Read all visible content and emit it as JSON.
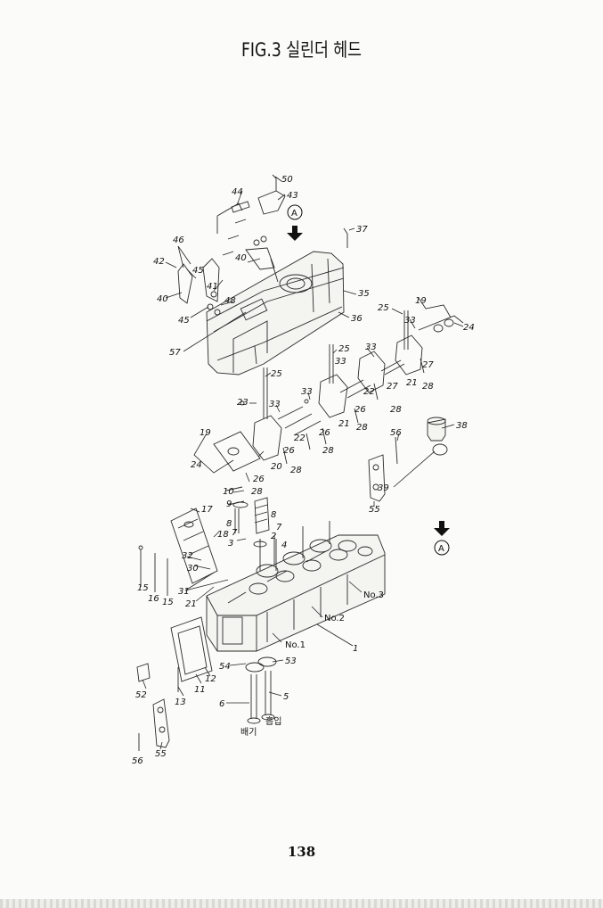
{
  "title": "FIG.3 실린더 헤드",
  "page_number": "138",
  "view_marker": "A",
  "callouts": [
    {
      "id": "c1",
      "text": "1"
    },
    {
      "id": "c2",
      "text": "2"
    },
    {
      "id": "c3",
      "text": "3"
    },
    {
      "id": "c4",
      "text": "4"
    },
    {
      "id": "c5",
      "text": "5"
    },
    {
      "id": "c6",
      "text": "6"
    },
    {
      "id": "c7",
      "text": "7"
    },
    {
      "id": "c7b",
      "text": "7"
    },
    {
      "id": "c8",
      "text": "8"
    },
    {
      "id": "c8b",
      "text": "8"
    },
    {
      "id": "c9",
      "text": "9"
    },
    {
      "id": "c10",
      "text": "10"
    },
    {
      "id": "c11",
      "text": "11"
    },
    {
      "id": "c12",
      "text": "12"
    },
    {
      "id": "c13",
      "text": "13"
    },
    {
      "id": "c15",
      "text": "15"
    },
    {
      "id": "c16",
      "text": "16"
    },
    {
      "id": "c17",
      "text": "17"
    },
    {
      "id": "c18",
      "text": "18"
    },
    {
      "id": "c19",
      "text": "19"
    },
    {
      "id": "c19b",
      "text": "19"
    },
    {
      "id": "c20",
      "text": "20"
    },
    {
      "id": "c21",
      "text": "21"
    },
    {
      "id": "c21b",
      "text": "21"
    },
    {
      "id": "c22",
      "text": "22"
    },
    {
      "id": "c22b",
      "text": "22"
    },
    {
      "id": "c24",
      "text": "24"
    },
    {
      "id": "c24b",
      "text": "24"
    },
    {
      "id": "c23",
      "text": "23"
    },
    {
      "id": "c25",
      "text": "25"
    },
    {
      "id": "c25b",
      "text": "25"
    },
    {
      "id": "c25c",
      "text": "25"
    },
    {
      "id": "c26",
      "text": "26"
    },
    {
      "id": "c26b",
      "text": "26"
    },
    {
      "id": "c26c",
      "text": "26"
    },
    {
      "id": "c27",
      "text": "27"
    },
    {
      "id": "c27b",
      "text": "27"
    },
    {
      "id": "c28",
      "text": "28"
    },
    {
      "id": "c28b",
      "text": "28"
    },
    {
      "id": "c28c",
      "text": "28"
    },
    {
      "id": "c28d",
      "text": "28"
    },
    {
      "id": "c28e",
      "text": "28"
    },
    {
      "id": "c28f",
      "text": "28"
    },
    {
      "id": "c30",
      "text": "30"
    },
    {
      "id": "c31",
      "text": "31"
    },
    {
      "id": "c32",
      "text": "32"
    },
    {
      "id": "c33",
      "text": "33"
    },
    {
      "id": "c33b",
      "text": "33"
    },
    {
      "id": "c33c",
      "text": "33"
    },
    {
      "id": "c33d",
      "text": "33"
    },
    {
      "id": "c33e",
      "text": "33"
    },
    {
      "id": "c35",
      "text": "35"
    },
    {
      "id": "c36",
      "text": "36"
    },
    {
      "id": "c37",
      "text": "37"
    },
    {
      "id": "c38",
      "text": "38"
    },
    {
      "id": "c39",
      "text": "39"
    },
    {
      "id": "c40",
      "text": "40"
    },
    {
      "id": "c40b",
      "text": "40"
    },
    {
      "id": "c41",
      "text": "41"
    },
    {
      "id": "c42",
      "text": "42"
    },
    {
      "id": "c43",
      "text": "43"
    },
    {
      "id": "c44",
      "text": "44"
    },
    {
      "id": "c45",
      "text": "45"
    },
    {
      "id": "c45b",
      "text": "45"
    },
    {
      "id": "c46",
      "text": "46"
    },
    {
      "id": "c48",
      "text": "48"
    },
    {
      "id": "c50",
      "text": "50"
    },
    {
      "id": "c52",
      "text": "52"
    },
    {
      "id": "c53",
      "text": "53"
    },
    {
      "id": "c54",
      "text": "54"
    },
    {
      "id": "c55",
      "text": "55"
    },
    {
      "id": "c55b",
      "text": "55"
    },
    {
      "id": "c56",
      "text": "56"
    },
    {
      "id": "c56b",
      "text": "56"
    },
    {
      "id": "c57",
      "text": "57"
    }
  ],
  "cylinder_labels": {
    "no1": "No.1",
    "no2": "No.2",
    "no3": "No.3"
  },
  "valve_labels": {
    "exhaust": "배기",
    "intake": "흡입"
  }
}
